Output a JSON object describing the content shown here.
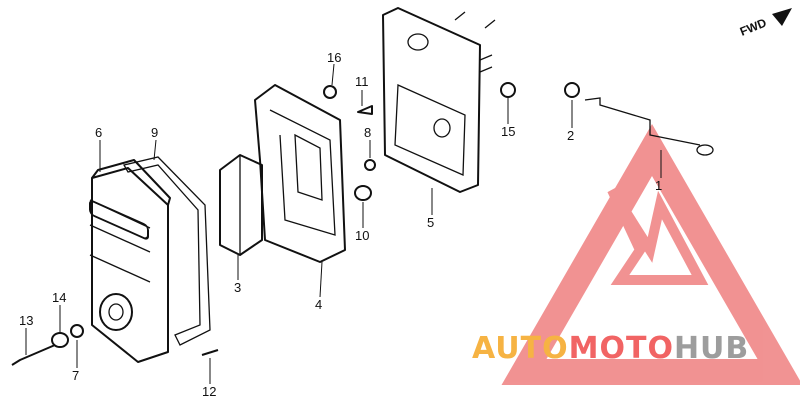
{
  "direction_label": "FWD",
  "callouts": [
    {
      "id": "1",
      "text": "1"
    },
    {
      "id": "2",
      "text": "2"
    },
    {
      "id": "3",
      "text": "3"
    },
    {
      "id": "4",
      "text": "4"
    },
    {
      "id": "5",
      "text": "5"
    },
    {
      "id": "6",
      "text": "6"
    },
    {
      "id": "7",
      "text": "7"
    },
    {
      "id": "8",
      "text": "8"
    },
    {
      "id": "9",
      "text": "9"
    },
    {
      "id": "10",
      "text": "10"
    },
    {
      "id": "11",
      "text": "11"
    },
    {
      "id": "12",
      "text": "12"
    },
    {
      "id": "13",
      "text": "13"
    },
    {
      "id": "14",
      "text": "14"
    },
    {
      "id": "15",
      "text": "15"
    },
    {
      "id": "16",
      "text": "16"
    }
  ],
  "watermark": {
    "part1": "AUTO",
    "part2": "MOTO",
    "part3": "HUB",
    "colors": {
      "orange": "#f5a623",
      "red": "#ef4a4a",
      "gray": "#8c8c8c"
    }
  }
}
